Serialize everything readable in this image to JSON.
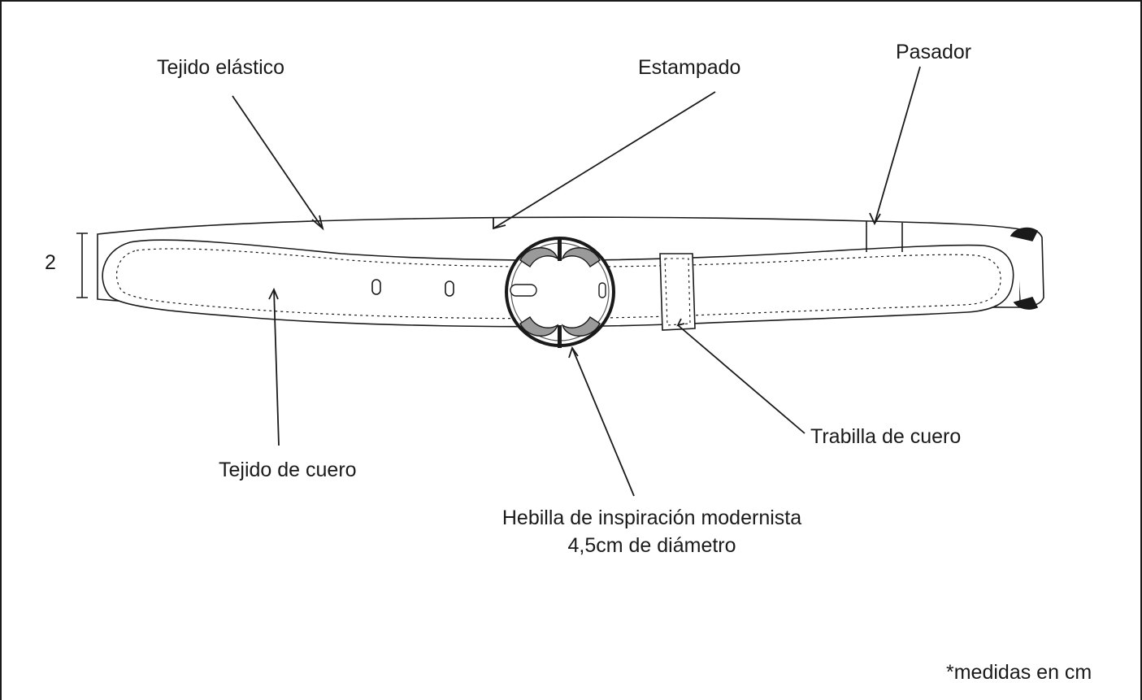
{
  "labels": {
    "tejido_elastico": "Tejido elástico",
    "estampado": "Estampado",
    "pasador": "Pasador",
    "tejido_cuero": "Tejido de cuero",
    "trabilla": "Trabilla de cuero",
    "hebilla_line1": "Hebilla de inspiración modernista",
    "hebilla_line2": "4,5cm de diámetro",
    "dimension_value": "2",
    "footnote": "*medidas en cm"
  }
}
